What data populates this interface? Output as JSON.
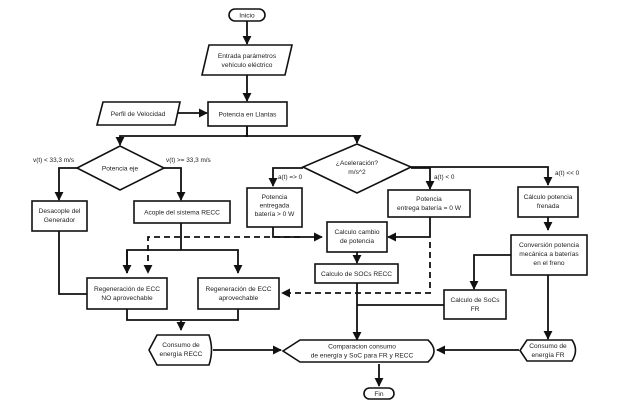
{
  "diagram": {
    "type": "flowchart",
    "nodes": {
      "inicio": {
        "shape": "terminator",
        "text": [
          "Inicio"
        ]
      },
      "entrada": {
        "shape": "parallelogram",
        "text": [
          "Entrada parámetros",
          "vehículo eléctrico"
        ]
      },
      "perfil": {
        "shape": "parallelogram",
        "text": [
          "Perfil de Velocidad"
        ]
      },
      "potencia_llantas": {
        "shape": "process",
        "text": [
          "Potencia en Llantas"
        ]
      },
      "potencia_eje": {
        "shape": "decision",
        "text": [
          "Potencia eje"
        ]
      },
      "aceleracion": {
        "shape": "decision",
        "text": [
          "¿Aceleración?",
          "m/s^2"
        ]
      },
      "desacople": {
        "shape": "process",
        "text": [
          "Desacople del",
          "Generador"
        ]
      },
      "acople": {
        "shape": "process",
        "text": [
          "Acople del sistema RECC"
        ]
      },
      "pot_entregada_pos": {
        "shape": "process",
        "text": [
          "Potencia",
          "entregada",
          "batería > 0 W"
        ]
      },
      "pot_entrega_cero": {
        "shape": "process",
        "text": [
          "Potencia",
          "entrega batería = 0 W"
        ]
      },
      "calc_frenada": {
        "shape": "process",
        "text": [
          "Cálculo potencia",
          "frenada"
        ]
      },
      "calc_cambio": {
        "shape": "process",
        "text": [
          "Calculo cambio",
          "de potencia"
        ]
      },
      "conversion": {
        "shape": "process",
        "text": [
          "Conversión potencia",
          "mecánica a baterías",
          "en el freno"
        ]
      },
      "soc_recc": {
        "shape": "process",
        "text": [
          "Calculo de SOCs RECC"
        ]
      },
      "regen_no": {
        "shape": "process",
        "text": [
          "Regeneración de ECC",
          "NO aprovechable"
        ]
      },
      "regen_si": {
        "shape": "process",
        "text": [
          "Regeneración de ECC",
          "aprovechable"
        ]
      },
      "soc_fr": {
        "shape": "process",
        "text": [
          "Calculo de SoCs",
          "FR"
        ]
      },
      "consumo_recc": {
        "shape": "display",
        "text": [
          "Consumo de",
          "energía RECC"
        ]
      },
      "comparacion": {
        "shape": "display",
        "text": [
          "Comparacion consumo",
          "de energía y SoC para FR y RECC"
        ]
      },
      "consumo_fr": {
        "shape": "display",
        "text": [
          "Consumo de",
          "energía FR"
        ]
      },
      "fin": {
        "shape": "terminator",
        "text": [
          "Fin"
        ]
      }
    },
    "edge_labels": {
      "v_low": "v(t) < 33,3 m/s",
      "v_high": "v(t) >= 33,3 m/s",
      "a_pos": "a(t) => 0",
      "a_neg": "a(t) < 0",
      "a_strong_neg": "a(t) << 0"
    },
    "edges": [
      {
        "from": "inicio",
        "to": "entrada",
        "style": "solid"
      },
      {
        "from": "entrada",
        "to": "potencia_llantas",
        "style": "solid"
      },
      {
        "from": "perfil",
        "to": "potencia_llantas",
        "style": "solid"
      },
      {
        "from": "potencia_llantas",
        "to": "potencia_eje",
        "style": "solid"
      },
      {
        "from": "potencia_llantas",
        "to": "aceleracion",
        "style": "solid"
      },
      {
        "from": "potencia_eje",
        "to": "desacople",
        "label": "v_low",
        "style": "solid"
      },
      {
        "from": "potencia_eje",
        "to": "acople",
        "label": "v_high",
        "style": "solid"
      },
      {
        "from": "aceleracion",
        "to": "pot_entregada_pos",
        "label": "a_pos",
        "style": "solid"
      },
      {
        "from": "aceleracion",
        "to": "pot_entrega_cero",
        "label": "a_neg",
        "style": "solid"
      },
      {
        "from": "aceleracion",
        "to": "calc_frenada",
        "label": "a_strong_neg",
        "style": "solid"
      },
      {
        "from": "pot_entregada_pos",
        "to": "calc_cambio",
        "style": "solid"
      },
      {
        "from": "pot_entregada_pos",
        "to": "regen_no",
        "style": "dashed"
      },
      {
        "from": "pot_entrega_cero",
        "to": "calc_cambio",
        "style": "solid"
      },
      {
        "from": "pot_entrega_cero",
        "to": "regen_si",
        "style": "dashed"
      },
      {
        "from": "calc_frenada",
        "to": "conversion",
        "style": "solid"
      },
      {
        "from": "conversion",
        "to": "soc_fr",
        "style": "solid"
      },
      {
        "from": "conversion",
        "to": "consumo_fr",
        "style": "solid"
      },
      {
        "from": "calc_cambio",
        "to": "soc_recc",
        "style": "solid"
      },
      {
        "from": "acople",
        "to": "regen_no",
        "style": "solid"
      },
      {
        "from": "acople",
        "to": "regen_si",
        "style": "solid"
      },
      {
        "from": "desacople",
        "to": "regen_no",
        "style": "solid"
      },
      {
        "from": "regen_no",
        "to": "consumo_recc",
        "style": "solid"
      },
      {
        "from": "regen_si",
        "to": "consumo_recc",
        "style": "solid"
      },
      {
        "from": "soc_recc",
        "to": "comparacion",
        "style": "solid"
      },
      {
        "from": "soc_fr",
        "to": "comparacion",
        "style": "solid"
      },
      {
        "from": "consumo_recc",
        "to": "comparacion",
        "style": "solid"
      },
      {
        "from": "consumo_fr",
        "to": "comparacion",
        "style": "solid"
      },
      {
        "from": "comparacion",
        "to": "fin",
        "style": "solid"
      }
    ]
  }
}
